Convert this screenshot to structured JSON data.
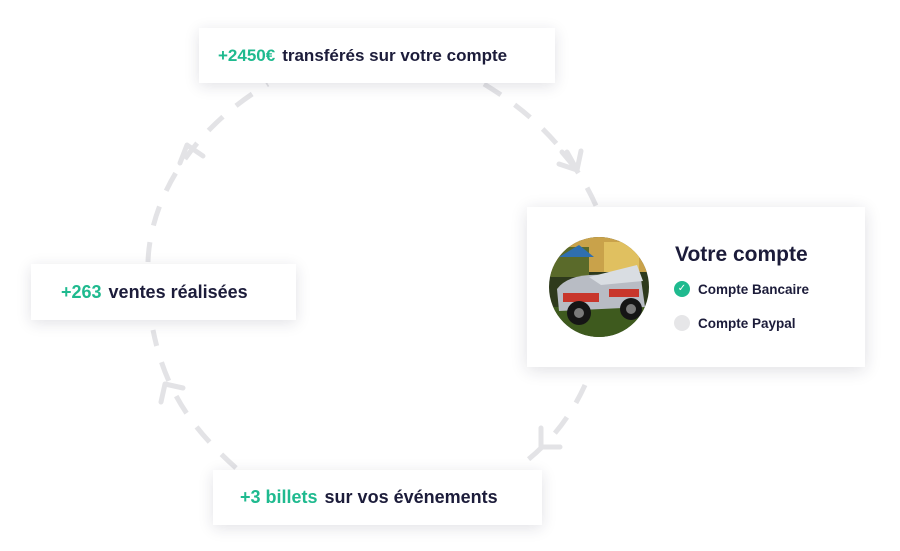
{
  "cards": {
    "top": {
      "highlight": "+2450€",
      "text": "transférés sur votre compte"
    },
    "left": {
      "highlight": "+263",
      "text": "ventes réalisées"
    },
    "bottom": {
      "highlight": "+3 billets",
      "text": "sur vos événements"
    }
  },
  "account": {
    "title": "Votre compte",
    "options": [
      {
        "label": "Compte Bancaire",
        "selected": true
      },
      {
        "label": "Compte Paypal",
        "selected": false
      }
    ]
  },
  "colors": {
    "accent": "#1fba8f",
    "text": "#1c1c3a",
    "arrows": "#e3e3e6"
  }
}
